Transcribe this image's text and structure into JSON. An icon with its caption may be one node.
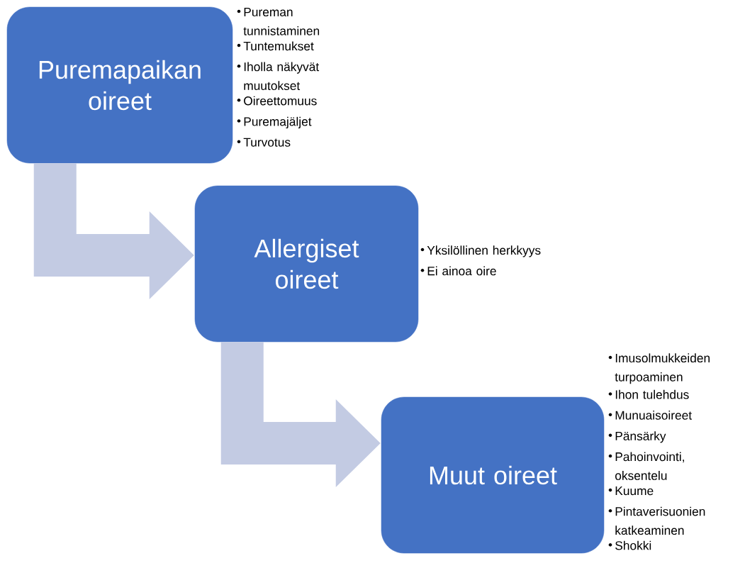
{
  "diagram": {
    "nodes": [
      {
        "text": [
          "Puremapaikan oireet"
        ],
        "beside": [
          "Pureman tunnistaminen",
          "Tuntemukset",
          "Iholla näkyvät muutokset",
          "Oireettomuus",
          "Puremajäljet",
          "Turvotus"
        ]
      },
      {
        "text": [
          "Allergiset oireet"
        ],
        "beside": [
          "Yksilöllinen herkkyys",
          "Ei ainoa oire"
        ]
      },
      {
        "text": [
          "Muut oireet"
        ],
        "beside": [
          "Imusolmukkeiden turpoaminen",
          "Ihon tulehdus",
          "Munuaisoireet",
          "Pänsärky",
          "Pahoinvointi, oksentelu",
          "Kuume",
          "Pintaverisuonien katkeaminen",
          "Shokki"
        ]
      }
    ],
    "edges": [
      {
        "from": 0,
        "to": 1,
        "arrow": "to"
      },
      {
        "from": 1,
        "to": 2,
        "arrow": "to"
      }
    ]
  }
}
